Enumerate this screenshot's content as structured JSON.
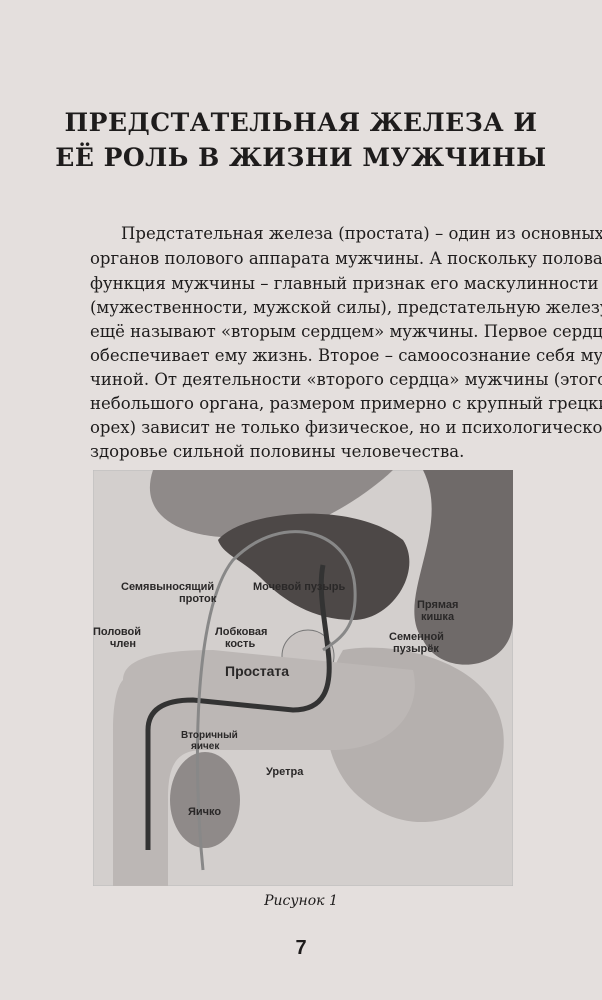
{
  "title_lines": [
    "ПРЕДСТАТЕЛЬНАЯ ЖЕЛЕЗА И",
    "ЕЁ РОЛЬ В ЖИЗНИ МУЖЧИНЫ"
  ],
  "body_lines": [
    "Предстательная железа (простата) – один из основных",
    "органов полового аппарата мужчины. А поскольку половая",
    "функция мужчины – главный признак его маскулинности",
    "(мужественности, мужской силы), предстательную железу",
    "ещё называют «вторым сердцем» мужчины. Первое сердце",
    "обеспечивает ему жизнь. Второе – самоосознание себя муж-",
    "чиной. От деятельности «второго сердца» мужчины (этого",
    "небольшого органа, размером примерно с крупный грецкий",
    "орех) зависит не только физическое, но и психологическое",
    "здоровье сильной половины человечества."
  ],
  "figure": {
    "labels": {
      "vas_deferens": [
        "Семявыносящий",
        "проток"
      ],
      "bladder": "Мочевой пузырь",
      "rectum": [
        "Прямая",
        "кишка"
      ],
      "penis": [
        "Половой",
        "член"
      ],
      "pubic_bone": [
        "Лобковая",
        "кость"
      ],
      "seminal_vesicle": [
        "Семенной",
        "пузырёк"
      ],
      "prostate": "Простата",
      "epididymis": [
        "Вторичный",
        "яичек"
      ],
      "urethra": "Уретра",
      "testicle": "Яичко"
    },
    "caption": "Рисунок 1"
  },
  "page_number": "7"
}
